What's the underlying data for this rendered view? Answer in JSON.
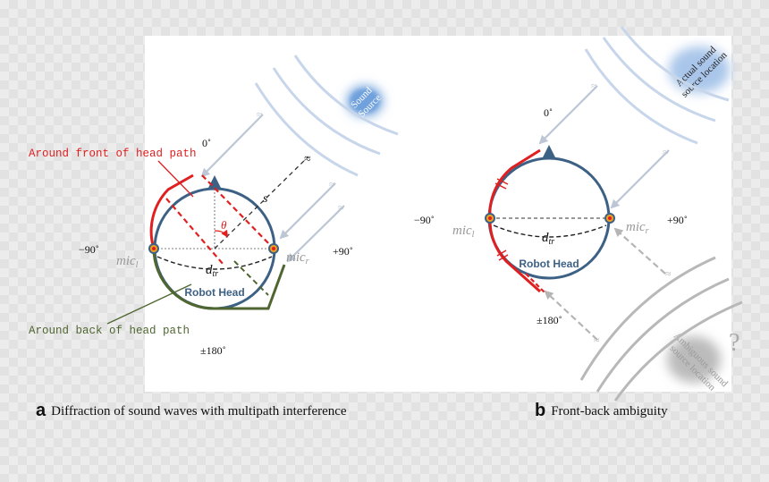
{
  "panel_a": {
    "label": "a",
    "caption": "Diffraction of sound waves with multipath interference",
    "front_path": "Around front of head path",
    "back_path": "Around back of head path",
    "source": [
      "Sound",
      "Source"
    ],
    "deg_0": "0˚",
    "deg_neg90": "−90˚",
    "deg_pos90": "+90˚",
    "deg_180": "±180˚",
    "head": "Robot Head",
    "mic_l": "mic",
    "mic_l_sub": "l",
    "mic_r": "mic",
    "mic_r_sub": "r",
    "dist": "d",
    "dist_sub": "tr",
    "theta": "θ",
    "s": "s"
  },
  "panel_b": {
    "label": "b",
    "caption": "Front-back ambiguity",
    "actual": [
      "Actual sound",
      "source location"
    ],
    "ambiguous": [
      "Ambiguous sound",
      "source location"
    ],
    "qmark": "?",
    "deg_0": "0˚",
    "deg_neg90": "−90˚",
    "deg_pos90": "+90˚",
    "deg_180": "±180˚",
    "head": "Robot Head",
    "mic_l": "mic",
    "mic_l_sub": "l",
    "mic_r": "mic",
    "mic_r_sub": "r",
    "dist": "d",
    "dist_sub": "tr"
  },
  "colors": {
    "head": "#3d6185",
    "front_path": "#e02020",
    "back_path": "#4f6630",
    "wave": "#c7d6ea",
    "ambiguous": "#b5b5b5",
    "source_blob": "#6fa1dc",
    "mic": "#f0a020"
  }
}
